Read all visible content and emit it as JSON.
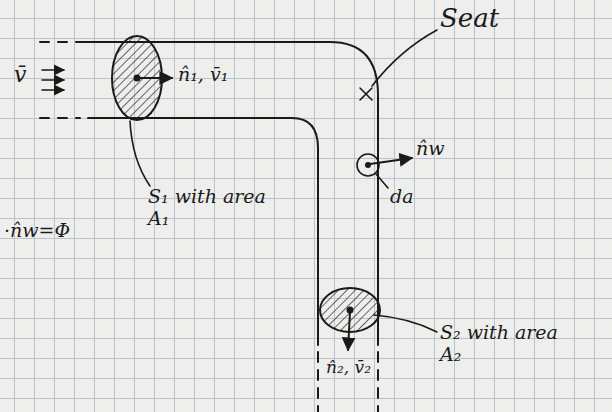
{
  "diagram": {
    "labels": [
      "v̄",
      "n̂₁, v̄₁",
      "Seat",
      "S₁ with area A₁",
      "n̂w",
      "da",
      "n̂₂, v̄₂",
      "S₂ with area A₂",
      "·n̂w=Φ"
    ]
  }
}
